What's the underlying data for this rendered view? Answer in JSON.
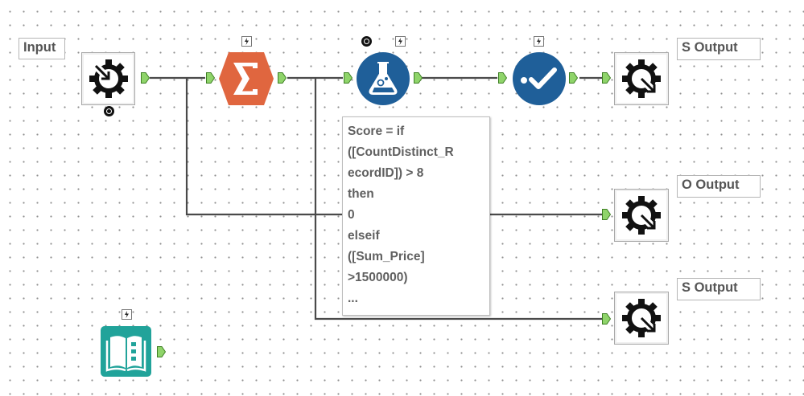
{
  "canvas": {
    "labels": {
      "input": "Input",
      "output_top": "S Output",
      "output_middle": "O Output",
      "output_bottom": "S Output"
    },
    "formula_annotation": [
      "Score = if",
      "([CountDistinct_R",
      "ecordID]) > 8",
      "then",
      "0",
      "elseif",
      "([Sum_Price]",
      ">1500000)",
      "..."
    ]
  },
  "tools": [
    {
      "name": "input-data",
      "icon": "gear-arrow-in-icon"
    },
    {
      "name": "summarize",
      "icon": "sigma-icon"
    },
    {
      "name": "formula",
      "icon": "flask-icon"
    },
    {
      "name": "select",
      "icon": "checkmark-icon"
    },
    {
      "name": "output-data-top",
      "icon": "gear-arrow-out-icon"
    },
    {
      "name": "output-data-middle",
      "icon": "gear-arrow-out-icon"
    },
    {
      "name": "output-data-bottom",
      "icon": "gear-arrow-out-icon"
    },
    {
      "name": "browse",
      "icon": "book-icon"
    }
  ],
  "colors": {
    "summarize": "#e0663f",
    "formula": "#1f5f99",
    "select": "#1f5f99",
    "browse": "#21a39a",
    "anchor": "#8fd46a",
    "wire": "#4a4a4a"
  }
}
